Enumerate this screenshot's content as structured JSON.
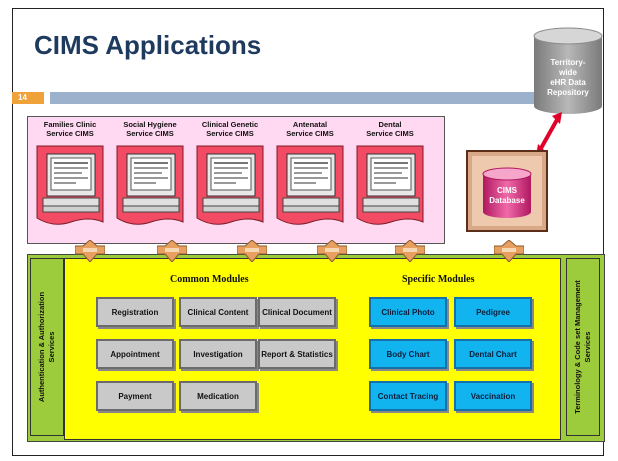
{
  "slide": {
    "title": "CIMS Applications",
    "page_number": "14"
  },
  "repository": {
    "label_lines": [
      "Territory-",
      "wide",
      "eHR Data",
      "Repository"
    ]
  },
  "database": {
    "label_lines": [
      "CIMS",
      "Database"
    ]
  },
  "applications": [
    {
      "line1": "Families Clinic",
      "line2": "Service CIMS"
    },
    {
      "line1": "Social Hygiene",
      "line2": "Service CIMS"
    },
    {
      "line1": "Clinical Genetic",
      "line2": "Service CIMS"
    },
    {
      "line1": "Antenatal",
      "line2": "Service CIMS"
    },
    {
      "line1": "Dental",
      "line2": "Service CIMS"
    }
  ],
  "left_service": {
    "line1": "Authentication & Authorization",
    "line2": "Services"
  },
  "right_service": {
    "line1": "Terminology & Code set Management",
    "line2": "Services"
  },
  "common_modules": {
    "title": "Common Modules",
    "items": [
      "Registration",
      "Clinical Content",
      "Clinical Document",
      "Appointment",
      "Investigation",
      "Report & Statistics",
      "Payment",
      "Medication"
    ]
  },
  "specific_modules": {
    "title": "Specific Modules",
    "items": [
      "Clinical Photo",
      "Pedigree",
      "Body Chart",
      "Dental Chart",
      "Contact Tracing",
      "Vaccination"
    ]
  },
  "colors": {
    "title": "#1f3a5f",
    "apps_panel": "#ffd9f2",
    "yellow_area": "#ffff00",
    "green_service": "#9ccc3c",
    "common_module": "#c9c9c9",
    "specific_module": "#12b4f0",
    "link_arrow": "#e0002a"
  }
}
